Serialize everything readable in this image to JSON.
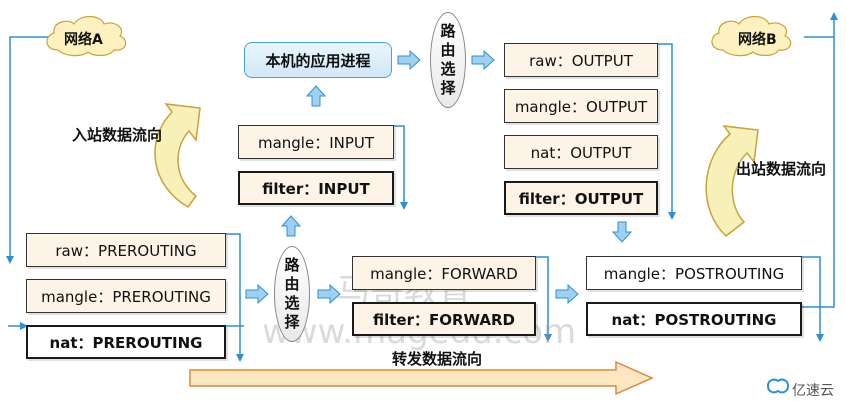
{
  "networks": {
    "a": "网络A",
    "b": "网络B"
  },
  "flow_labels": {
    "inbound": "入站数据流向",
    "outbound": "出站数据流向",
    "forward": "转发数据流向"
  },
  "app_process": "本机的应用进程",
  "routing": {
    "chars": [
      "路",
      "由",
      "选",
      "择"
    ]
  },
  "chains": {
    "raw_prerouting": "raw：PREROUTING",
    "mangle_prerouting": "mangle：PREROUTING",
    "nat_prerouting": "nat：PREROUTING",
    "mangle_input": "mangle：INPUT",
    "filter_input": "filter：INPUT",
    "raw_output": "raw：OUTPUT",
    "mangle_output": "mangle：OUTPUT",
    "nat_output": "nat：OUTPUT",
    "filter_output": "filter：OUTPUT",
    "mangle_forward": "mangle：FORWARD",
    "filter_forward": "filter：FORWARD",
    "mangle_postrouting": "mangle：POSTROUTING",
    "nat_postrouting": "nat：POSTROUTING"
  },
  "watermark": {
    "cn": "马哥教育",
    "url": "www.magedu.com"
  },
  "brand": "亿速云",
  "colors": {
    "connector": "#2e8fd6",
    "arrow_fill": "#9fd0f2",
    "big_arrow_fill": "#fde6c2",
    "big_arrow_stroke": "#d98a3a",
    "curve_fill": "#f7f0b8",
    "curve_stroke": "#c9a23a"
  }
}
